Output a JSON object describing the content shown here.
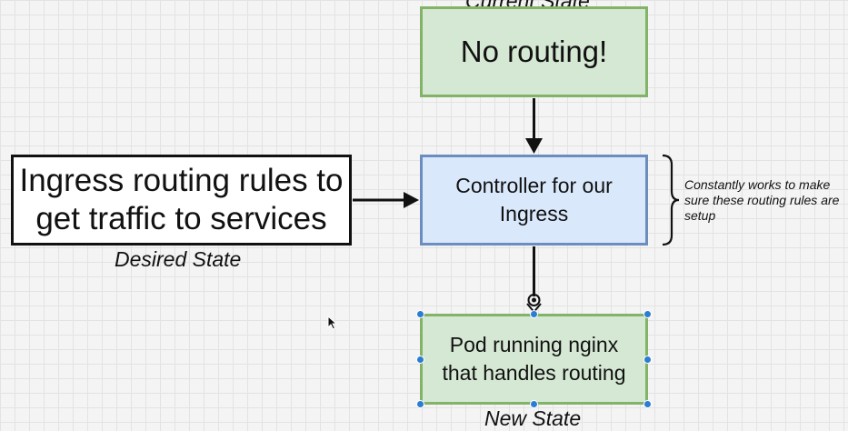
{
  "diagram": {
    "nodes": {
      "current_state_box": "No routing!",
      "controller_box": "Controller for our Ingress",
      "desired_state_box": "Ingress routing rules to get traffic to services",
      "pod_box": "Pod running nginx that handles routing"
    },
    "captions": {
      "current_state": "Current State",
      "desired_state": "Desired State",
      "new_state": "New State"
    },
    "annotation": "Constantly works to make sure these routing rules are setup",
    "edges": [
      {
        "from": "current_state_box",
        "to": "controller_box"
      },
      {
        "from": "desired_state_box",
        "to": "controller_box"
      },
      {
        "from": "controller_box",
        "to": "pod_box"
      }
    ]
  },
  "colors": {
    "green_fill": "#d5e8d4",
    "green_border": "#82b366",
    "blue_fill": "#dae8fc",
    "blue_border": "#6c8ebf",
    "selection_handle": "#2b7cd3"
  },
  "icons": [
    "mouse-pointer-icon",
    "connection-point-icon",
    "curly-brace-icon"
  ]
}
